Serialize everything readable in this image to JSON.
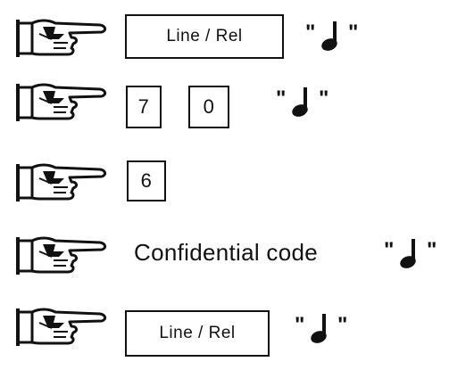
{
  "steps": [
    {
      "key": "Line / Rel"
    },
    {
      "keys": [
        "7",
        "0"
      ]
    },
    {
      "key": "6"
    },
    {
      "text": "Confidential code"
    },
    {
      "key": "Line / Rel"
    }
  ],
  "icons": {
    "pointer": "pointing-hand-icon",
    "tone": "musical-note-icon"
  }
}
